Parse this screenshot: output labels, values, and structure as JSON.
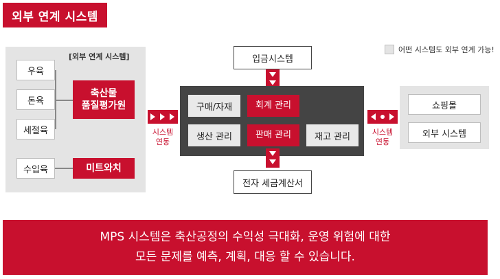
{
  "title": "외부 연계 시스템",
  "legend": {
    "text": "어떤 시스템도 외부 연계 가능!"
  },
  "left_panel": {
    "label": "[외부 연계 시스템]",
    "livestock": [
      "우육",
      "돈육",
      "세절육"
    ],
    "import": "수입육",
    "institute": [
      "축산물",
      "품질평가원"
    ],
    "meat_watch": "미트와치"
  },
  "links": {
    "left_label": [
      "시스템",
      "연동"
    ],
    "right_label": [
      "시스템",
      "연동"
    ]
  },
  "top_system": "입금시스템",
  "bottom_system": "전자 세금계산서",
  "core": {
    "purchase": "구매/자재",
    "accounting": "회계 관리",
    "production": "생산 관리",
    "sales": "판매 관리",
    "inventory": "재고 관리"
  },
  "right_panel": {
    "shopping": "쇼핑몰",
    "external": "외부 시스템"
  },
  "banner": {
    "line1": "MPS 시스템은 축산공정의 수익성 극대화, 운영 위험에 대한",
    "line2": "모든 문제를 예측, 계획, 대응 할 수 있습니다."
  },
  "colors": {
    "accent": "#c8102e",
    "panel": "#e4e4e4",
    "core_panel": "#444444"
  }
}
